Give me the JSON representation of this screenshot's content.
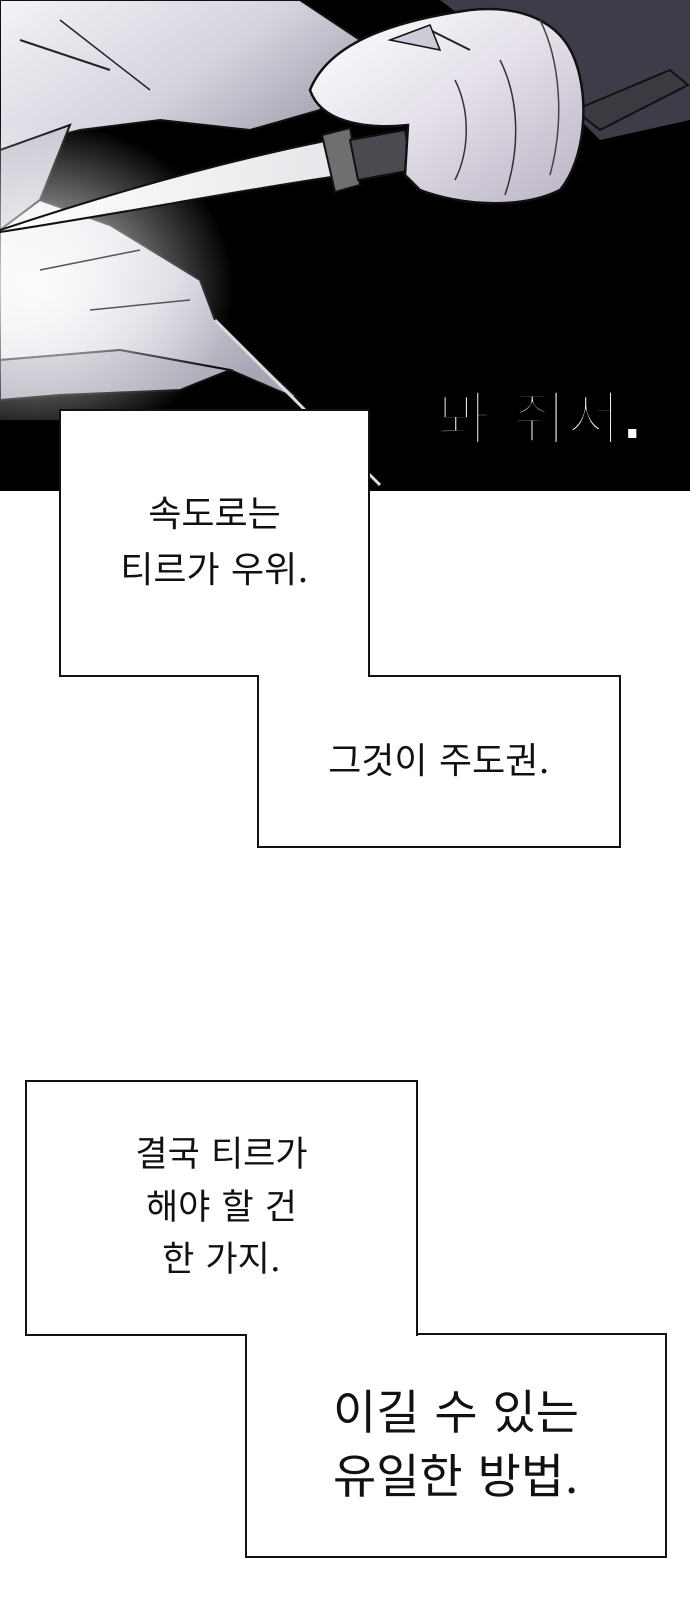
{
  "panel_top": {
    "sfx_text": "봐 줘서."
  },
  "captions": [
    {
      "text": "속도로는\n티르가 우위."
    },
    {
      "text": "그것이 주도권."
    },
    {
      "text": "결국 티르가\n해야 할 건\n한 가지."
    },
    {
      "text": "이길 수 있는\n유일한 방법."
    }
  ]
}
